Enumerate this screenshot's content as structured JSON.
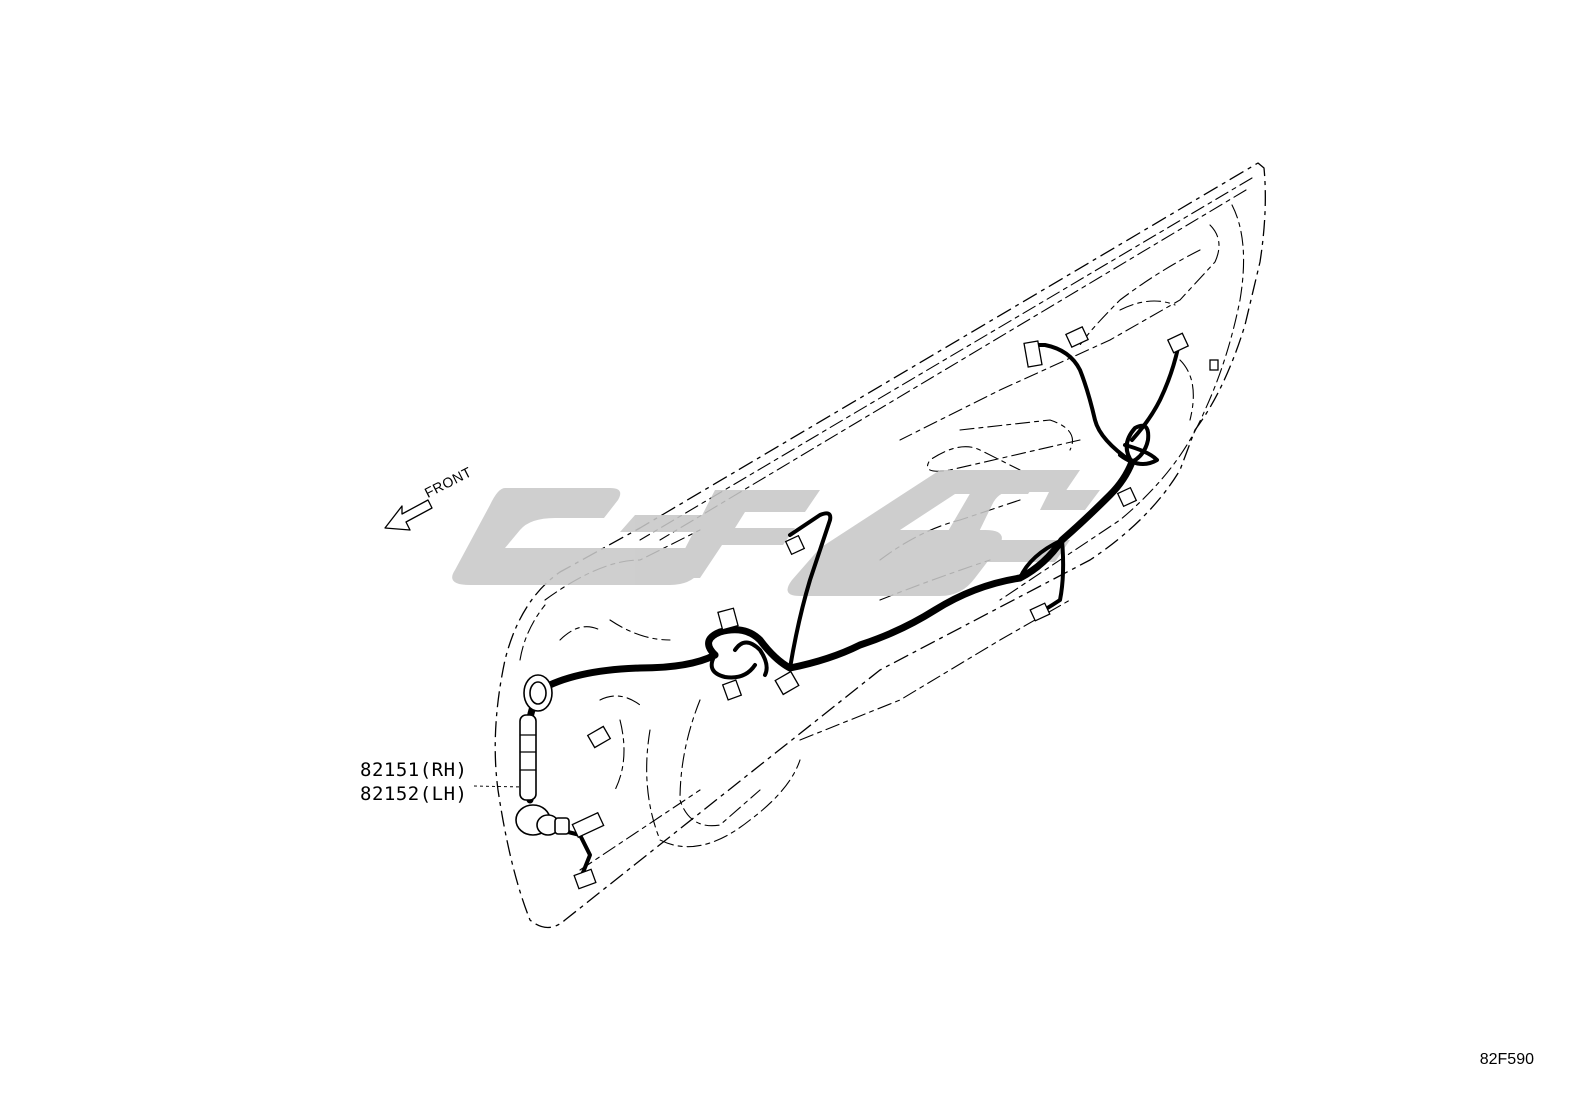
{
  "direction": {
    "label": "FRONT",
    "icon": "front-arrow-icon"
  },
  "parts": [
    {
      "number": "82151(RH)"
    },
    {
      "number": "82152(LH)"
    }
  ],
  "diagram_code": "82F590",
  "watermark": {
    "icon": "watermark-logo-icon",
    "color": "#c8c8c8"
  },
  "colors": {
    "line": "#000000",
    "background": "#ffffff"
  }
}
